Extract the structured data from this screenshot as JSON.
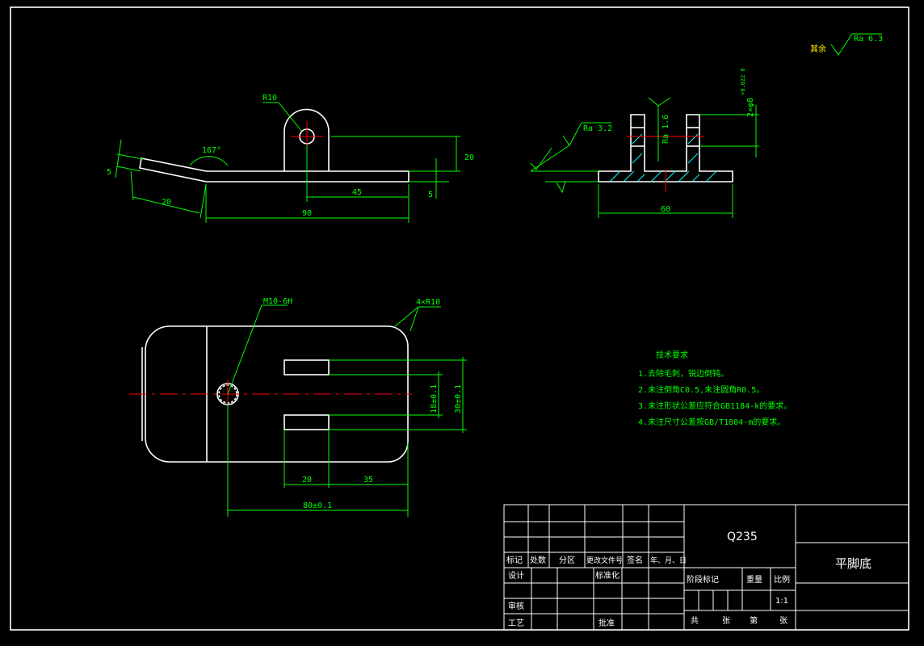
{
  "dims": {
    "r10": "R10",
    "angle167": "167°",
    "d5_left": "5",
    "d20_slope": "20",
    "d20_height": "20",
    "d45": "45",
    "d5_right": "5",
    "d90": "90",
    "d60": "60",
    "m10": "M10-6H",
    "r10x4": "4×R10",
    "d18": "18±0.1",
    "d30": "30±0.1",
    "d20_bottom": "20",
    "d35": "35",
    "d80": "80±0.1",
    "hole_2x8": "2×φ8",
    "hole_tol": "+0.022 0"
  },
  "roughness": {
    "others_label": "其余",
    "ra_others": "Ra 6.3",
    "ra_side": "Ra 3.2",
    "ra_hole": "Ra 1.6"
  },
  "tech": {
    "title": "技术要求",
    "items": [
      "1.去除毛刺，锐边倒钝。",
      "2.未注倒角C0.5,未注圆角R0.5。",
      "3.未注形状公差应符合GB1184-k的要求。",
      "4.未注尺寸公差按GB/T1804-m的要求。"
    ]
  },
  "title_block": {
    "material": "Q235",
    "part_name": "平脚底",
    "col_headers": [
      "标记",
      "处数",
      "分区",
      "更改文件号",
      "签名",
      "年、月、日"
    ],
    "design": "设计",
    "standard": "标准化",
    "review": "审核",
    "process": "工艺",
    "approve": "批准",
    "stage_mark": "阶段标记",
    "weight": "重量",
    "scale_label": "比例",
    "scale": "1:1",
    "total": "共",
    "sheets": "张",
    "page": "第",
    "sheet2": "张"
  }
}
